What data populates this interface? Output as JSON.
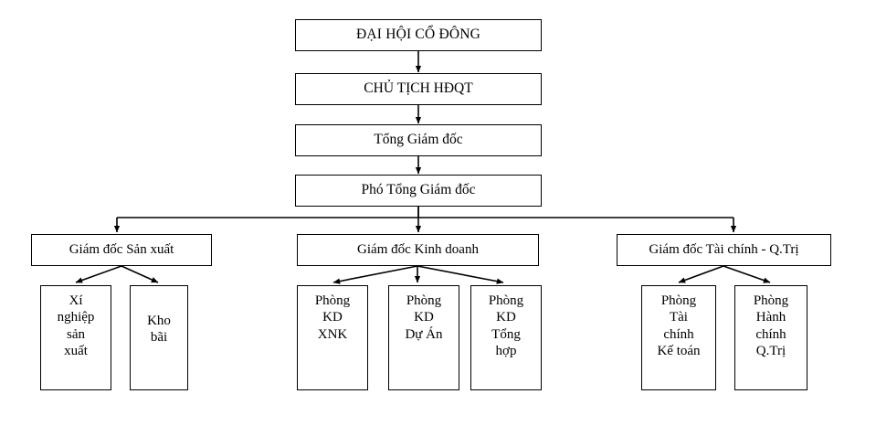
{
  "diagram": {
    "type": "org-chart",
    "title_text": "",
    "background_color": "#ffffff",
    "line_color": "#000000",
    "text_color": "#000000",
    "levels": [
      {
        "name": "shareholders",
        "nodes": [
          {
            "id": "dai-hoi-co-dong",
            "label": "ĐẠI HỘI CỔ ĐÔNG"
          }
        ]
      },
      {
        "name": "chairman",
        "nodes": [
          {
            "id": "chu-tich-hdqt",
            "label": "CHỦ TỊCH HĐQT"
          }
        ]
      },
      {
        "name": "general-director",
        "nodes": [
          {
            "id": "tong-giam-doc",
            "label": "Tổng Giám đốc"
          }
        ]
      },
      {
        "name": "deputy-general-director",
        "nodes": [
          {
            "id": "pho-tong-giam-doc",
            "label": "Phó Tổng Giám đốc"
          }
        ]
      },
      {
        "name": "directors",
        "nodes": [
          {
            "id": "giam-doc-san-xuat",
            "label": "Giám đốc Sản xuất"
          },
          {
            "id": "giam-doc-kinh-doanh",
            "label": "Giám đốc Kinh doanh"
          },
          {
            "id": "giam-doc-tai-chinh",
            "label": "Giám đốc Tài chính - Q.Trị"
          }
        ]
      },
      {
        "name": "departments",
        "nodes": [
          {
            "id": "xi-nghiep-san-xuat",
            "label": "Xí\nnghiệp\nsản\nxuất"
          },
          {
            "id": "kho-bai",
            "label": "Kho\nbãi"
          },
          {
            "id": "phong-kd-xnk",
            "label": "Phòng\nKD\nXNK"
          },
          {
            "id": "phong-kd-du-an",
            "label": "Phòng\nKD\nDự Án"
          },
          {
            "id": "phong-kd-tong-hop",
            "label": "Phòng\nKD\nTổng\nhợp"
          },
          {
            "id": "phong-tai-chinh-ke-toan",
            "label": "Phòng\nTài\nchính\nKế toán"
          },
          {
            "id": "phong-hanh-chinh-qtri",
            "label": "Phòng\nHành\nchính\nQ.Trị"
          }
        ]
      }
    ]
  }
}
